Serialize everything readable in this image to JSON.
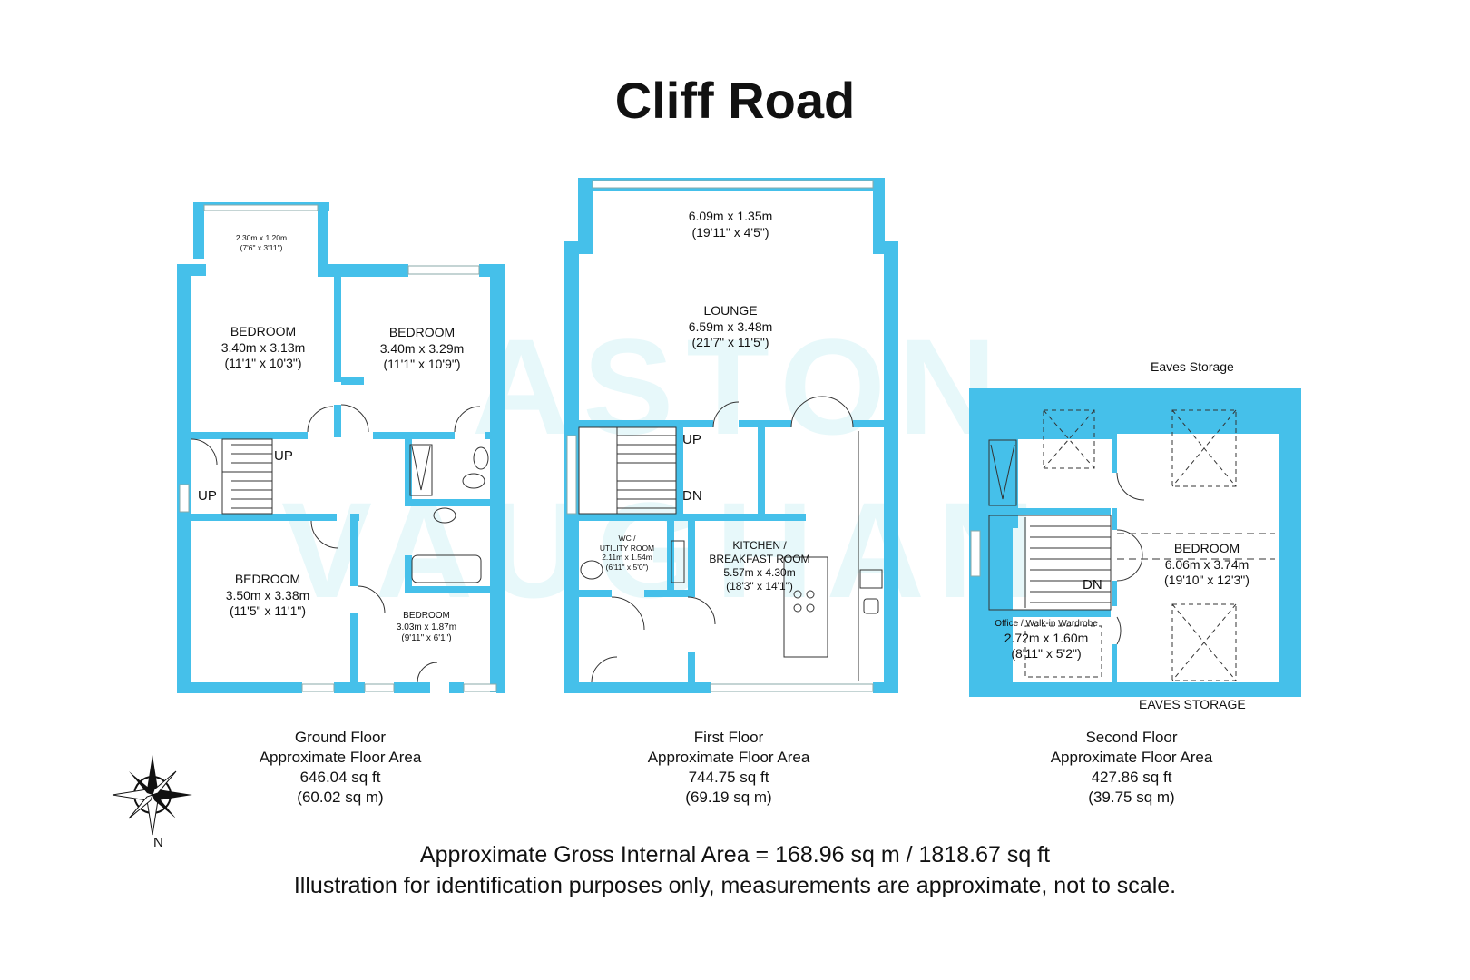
{
  "title": "Cliff Road",
  "watermark": [
    "ASTON",
    "VAUGHAN"
  ],
  "colors": {
    "wall": "#45c0ea",
    "text": "#111111"
  },
  "ground": {
    "rooms": [
      {
        "name": "",
        "dims": "2.30m x 1.20m",
        "imperial": "(7'6\" x 3'11\")"
      },
      {
        "name": "BEDROOM",
        "dims": "3.40m x 3.13m",
        "imperial": "(11'1\" x 10'3\")"
      },
      {
        "name": "BEDROOM",
        "dims": "3.40m x 3.29m",
        "imperial": "(11'1\" x 10'9\")"
      },
      {
        "name": "BEDROOM",
        "dims": "3.50m x 3.38m",
        "imperial": "(11'5\" x 11'1\")"
      },
      {
        "name": "BEDROOM",
        "dims": "3.03m x 1.87m",
        "imperial": "(9'11\" x 6'1\")"
      }
    ],
    "stairs": [
      "UP",
      "UP"
    ],
    "caption": [
      "Ground Floor",
      "Approximate Floor Area",
      "646.04 sq ft",
      "(60.02 sq m)"
    ]
  },
  "first": {
    "rooms": [
      {
        "name": "",
        "dims": "6.09m x 1.35m",
        "imperial": "(19'11\" x 4'5\")"
      },
      {
        "name": "LOUNGE",
        "dims": "6.59m x 3.48m",
        "imperial": "(21'7\" x 11'5\")"
      },
      {
        "name": "WC /",
        "name2": "UTILITY ROOM",
        "dims": "2.11m x 1.54m",
        "imperial": "(6'11\" x 5'0\")"
      },
      {
        "name": "KITCHEN /",
        "name2": "BREAKFAST ROOM",
        "dims": "5.57m x 4.30m",
        "imperial": "(18'3\" x 14'1\")"
      }
    ],
    "stairs": [
      "UP",
      "DN"
    ],
    "caption": [
      "First Floor",
      "Approximate Floor Area",
      "744.75 sq ft",
      "(69.19 sq m)"
    ]
  },
  "second": {
    "rooms": [
      {
        "name": "BEDROOM",
        "dims": "6.06m x 3.74m",
        "imperial": "(19'10\" x 12'3\")"
      },
      {
        "name": "Office / Walk-in Wardrobe",
        "dims": "2.72m x 1.60m",
        "imperial": "(8'11\" x 5'2\")"
      }
    ],
    "stairs": [
      "DN"
    ],
    "eaves_top": "Eaves Storage",
    "eaves_bottom": "EAVES STORAGE",
    "caption": [
      "Second Floor",
      "Approximate Floor Area",
      "427.86 sq ft",
      "(39.75 sq m)"
    ]
  },
  "compass": "N",
  "footer": {
    "line1": "Approximate Gross Internal Area = 168.96 sq m / 1818.67 sq ft",
    "line2": "Illustration for identification purposes only, measurements are approximate, not to scale."
  }
}
